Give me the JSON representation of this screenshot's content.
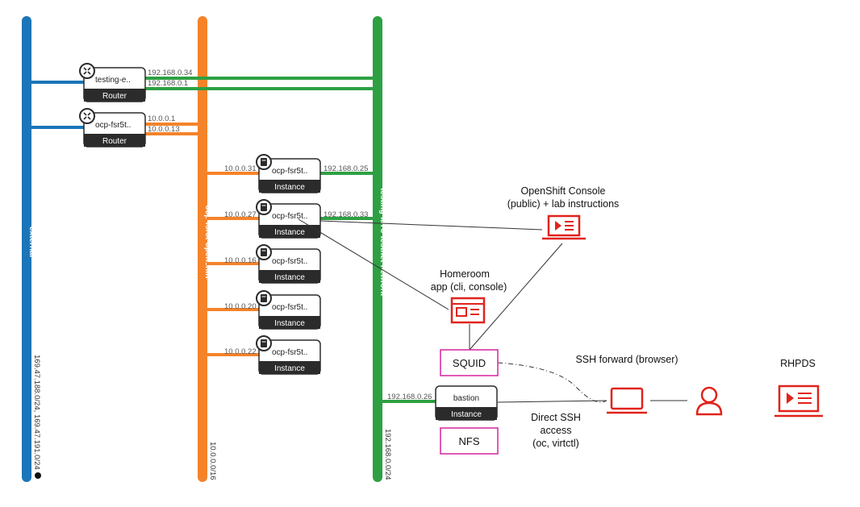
{
  "networks": {
    "external": {
      "name": "external",
      "cidr": "169.47.188.0/24, 169.47.191.0/24",
      "color": "#1b75b8"
    },
    "openshift": {
      "name": "ocp-fsr5t-openshift",
      "cidr": "10.0.0.0/16",
      "color": "#f5832a"
    },
    "testnet": {
      "name": "testing-id78-testnet-network",
      "cidr": "192.168.0.0/24",
      "color": "#2ea043"
    }
  },
  "routers": [
    {
      "name": "testing-e..",
      "type": "Router",
      "ip_a": "192.168.0.34",
      "ip_b": "192.168.0.1"
    },
    {
      "name": "ocp-fsr5t..",
      "type": "Router",
      "ip_a": "10.0.0.1",
      "ip_b": "10.0.0.13"
    }
  ],
  "instances": [
    {
      "name": "ocp-fsr5t..",
      "type": "Instance",
      "ip_left": "10.0.0.31",
      "ip_right": "192.168.0.25"
    },
    {
      "name": "ocp-fsr5t..",
      "type": "Instance",
      "ip_left": "10.0.0.27",
      "ip_right": "192.168.0.33"
    },
    {
      "name": "ocp-fsr5t..",
      "type": "Instance",
      "ip_left": "10.0.0.16",
      "ip_right": ""
    },
    {
      "name": "ocp-fsr5t..",
      "type": "Instance",
      "ip_left": "10.0.0.20",
      "ip_right": ""
    },
    {
      "name": "ocp-fsr5t..",
      "type": "Instance",
      "ip_left": "10.0.0.22",
      "ip_right": ""
    }
  ],
  "bastion": {
    "name": "bastion",
    "type": "Instance",
    "ip": "192.168.0.26"
  },
  "annotations": {
    "console_line1": "OpenShift Console",
    "console_line2": "(public) + lab instructions",
    "homeroom_line1": "Homeroom",
    "homeroom_line2": "app (cli, console)",
    "ssh_forward": "SSH forward (browser)",
    "direct_ssh_line1": "Direct SSH",
    "direct_ssh_line2": "access",
    "direct_ssh_line3": "(oc, virtctl)",
    "rhpds": "RHPDS"
  },
  "boxes": {
    "squid": "SQUID",
    "nfs": "NFS"
  },
  "colors": {
    "accent_red": "#e0231b",
    "box_border": "#d6249f",
    "node_dark": "#2b2b2b"
  },
  "icons": {
    "router": "router-icon",
    "instance": "server-icon",
    "console": "presentation-screen-icon",
    "homeroom": "web-app-icon",
    "laptop": "laptop-icon",
    "user": "user-icon",
    "rhpds": "presentation-screen-icon"
  }
}
